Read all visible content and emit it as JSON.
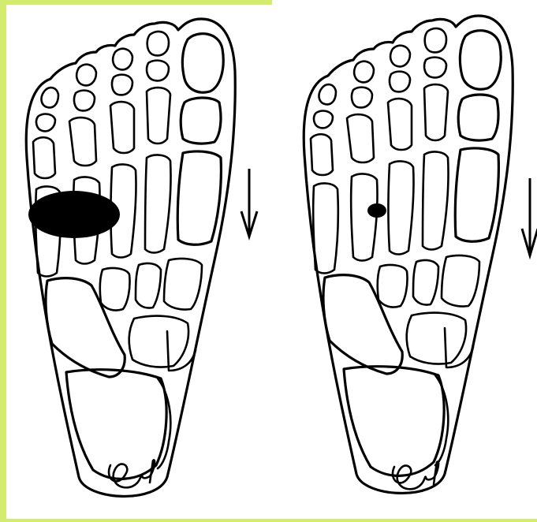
{
  "colors": {
    "frame": "#d4ec6e",
    "ink": "#000000",
    "background": "#ffffff"
  },
  "panels": [
    {
      "id": "left",
      "lesion": "large",
      "arrow": "down",
      "signature": "drawn"
    },
    {
      "id": "right",
      "lesion": "small",
      "arrow": "down",
      "signature": "drawn"
    }
  ]
}
